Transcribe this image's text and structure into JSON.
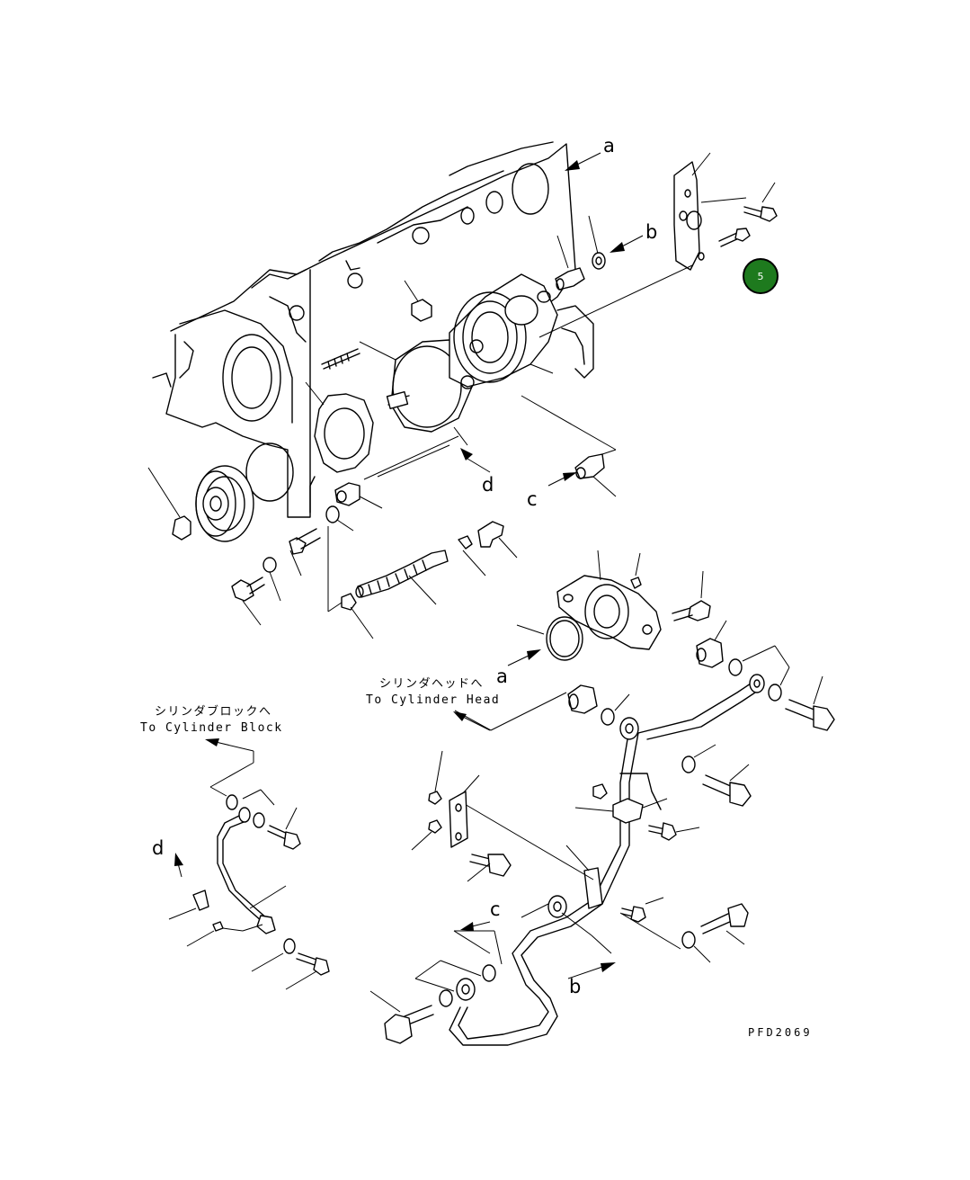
{
  "labels": {
    "a": "a",
    "b": "b",
    "c": "c",
    "d": "d"
  },
  "notes": {
    "cylinder_head_jp": "シリンダヘッドへ",
    "cylinder_head_en": "To Cylinder Head",
    "cylinder_block_jp": "シリンダブロックへ",
    "cylinder_block_en": "To Cylinder Block"
  },
  "drawing_code": "PFD2069",
  "callout": {
    "number": "5",
    "color": "#1e7a1e"
  }
}
